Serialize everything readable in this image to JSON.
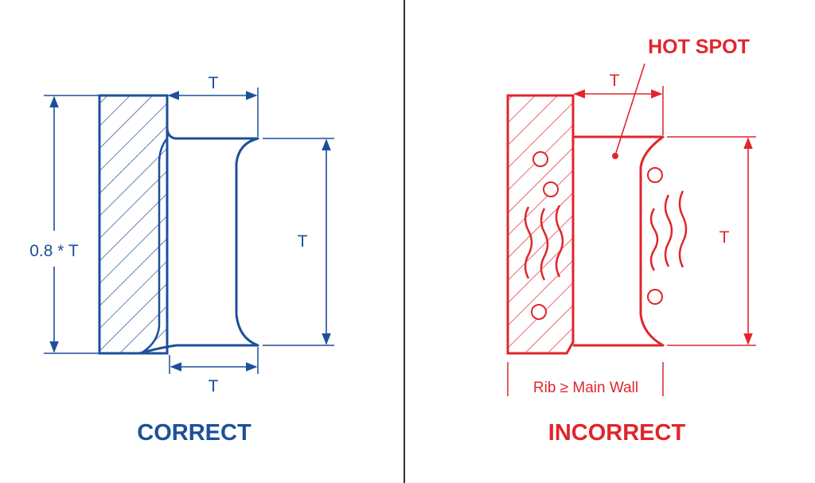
{
  "colors": {
    "correct": "#1d4f9c",
    "incorrect": "#e0262b",
    "divider": "#333333",
    "background": "#ffffff"
  },
  "correct_panel": {
    "height_label": "0.8 * T",
    "top_thickness_label": "T",
    "bottom_thickness_label": "T",
    "right_height_label": "T",
    "caption": "CORRECT"
  },
  "incorrect_panel": {
    "hot_spot_label": "HOT SPOT",
    "top_thickness_label": "T",
    "right_height_label": "T",
    "rib_label": "Rib ≥ Main Wall",
    "caption": "INCORRECT"
  }
}
